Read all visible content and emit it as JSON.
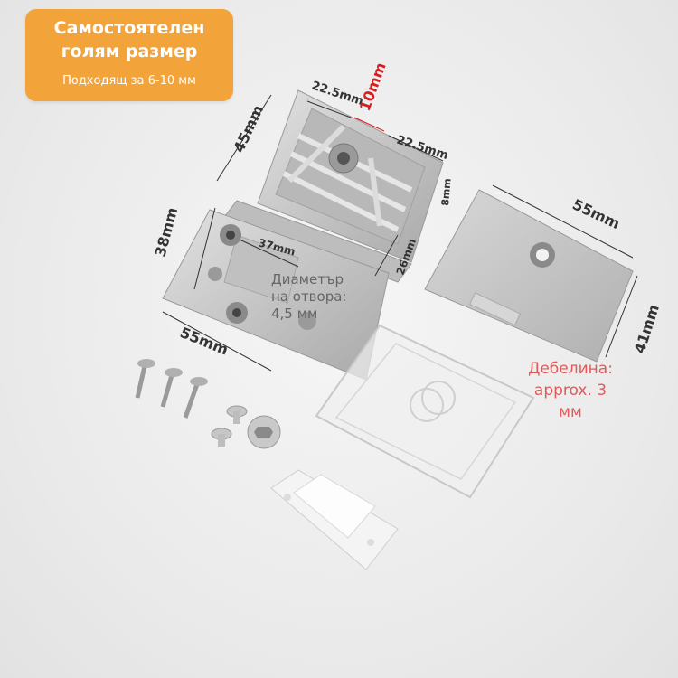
{
  "badge": {
    "line1": "Самостоятелен",
    "line2": "голям размер",
    "line3": "Подходящ за 6-10 мм"
  },
  "dimensions": {
    "top_left": "22.5mm",
    "top_mid": "10mm",
    "top_right": "22.5mm",
    "gap": "8mm",
    "left_top": "45mm",
    "left_bottom": "38mm",
    "inner": "37mm",
    "inner_height": "26mm",
    "bottom": "55mm",
    "plate_width": "55mm",
    "plate_height": "41mm"
  },
  "notes": {
    "hole_line1": "Диаметър",
    "hole_line2": "на отвора:",
    "hole_line3": "4,5 мм",
    "thick_line1": "Дебелина:",
    "thick_line2": "approx. 3",
    "thick_line3": "мм"
  },
  "colors": {
    "badge": "#f2a33a",
    "red_dim": "#d42020",
    "metal": "#c8c8c8"
  }
}
